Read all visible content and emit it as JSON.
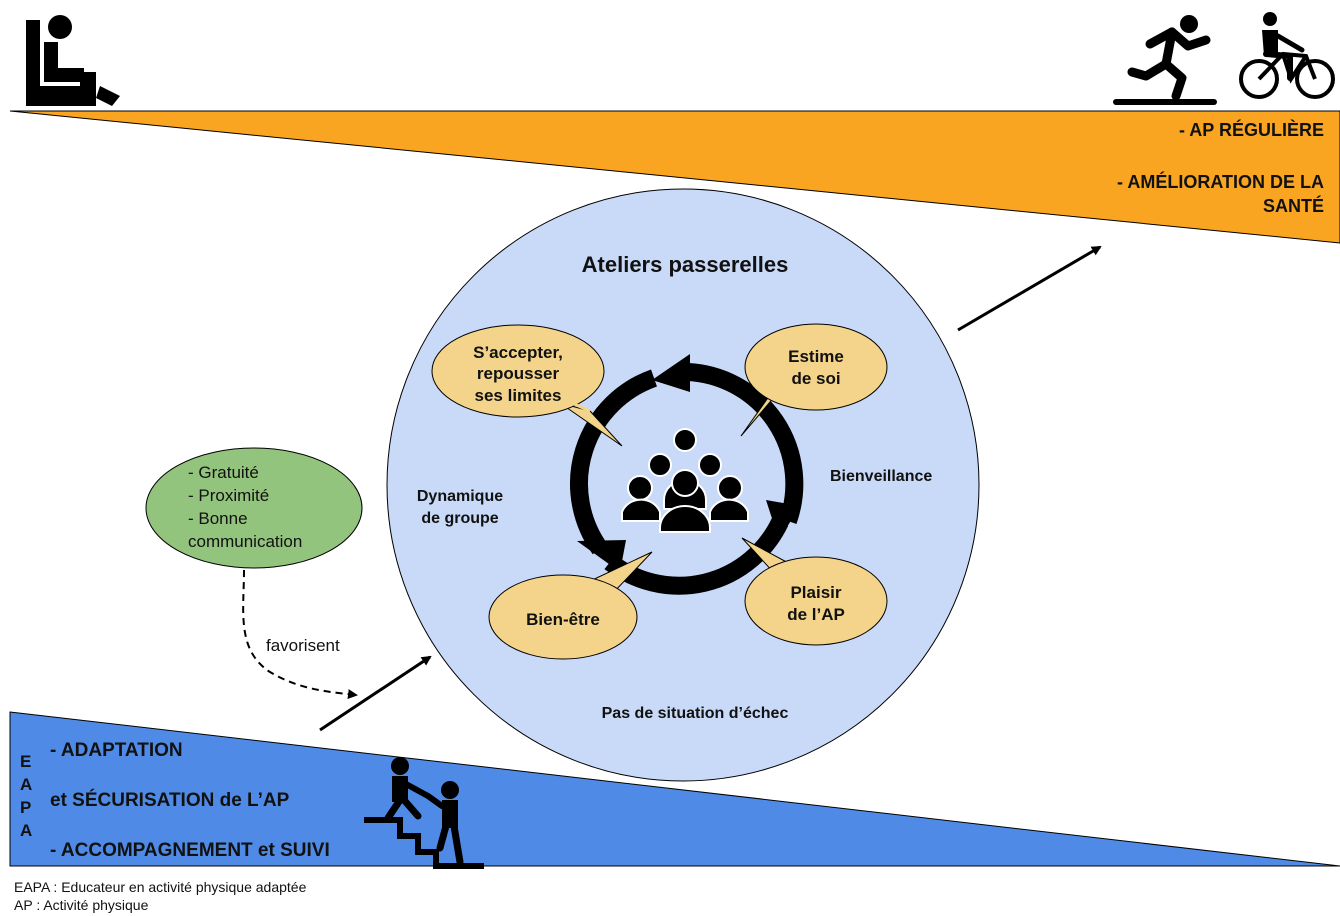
{
  "top_band": {
    "color": "#f9a521",
    "line1": "- AP RÉGULIÈRE",
    "line2a": "- AMÉLIORATION DE LA",
    "line2b": "SANTÉ"
  },
  "bottom_band": {
    "color": "#4f8be6",
    "eapa_letters": [
      "E",
      "A",
      "P",
      "A"
    ],
    "line1": "- ADAPTATION",
    "line2": "et SÉCURISATION de L’AP",
    "line3": "- ACCOMPAGNEMENT et SUIVI"
  },
  "circle": {
    "color": "#c9daf8",
    "title": "Ateliers passerelles",
    "left_label_1": "Dynamique",
    "left_label_2": "de groupe",
    "right_label": "Bienveillance",
    "bottom_label": "Pas de situation d’échec"
  },
  "bubbles": {
    "color": "#f3d48a",
    "accept_1": "S’accepter,",
    "accept_2": "repousser",
    "accept_3": "ses limites",
    "estime_1": "Estime",
    "estime_2": "de soi",
    "bienetre": "Bien-être",
    "plaisir_1": "Plaisir",
    "plaisir_2": "de l’AP"
  },
  "factors": {
    "color": "#93c47d",
    "item1": "- Gratuité",
    "item2": "- Proximité",
    "item3": "- Bonne",
    "item4": "communication",
    "arrow_label": "favorisent"
  },
  "icons": {
    "start": "armchair-sitting-person-icon",
    "end_1": "running-person-icon",
    "end_2": "cyclist-icon",
    "center": "group-people-icon",
    "support": "stairs-helping-person-icon",
    "cycle": "cycle-arrows-icon"
  },
  "legend": {
    "line1": "EAPA : Educateur en activité physique adaptée",
    "line2": "AP : Activité physique"
  }
}
